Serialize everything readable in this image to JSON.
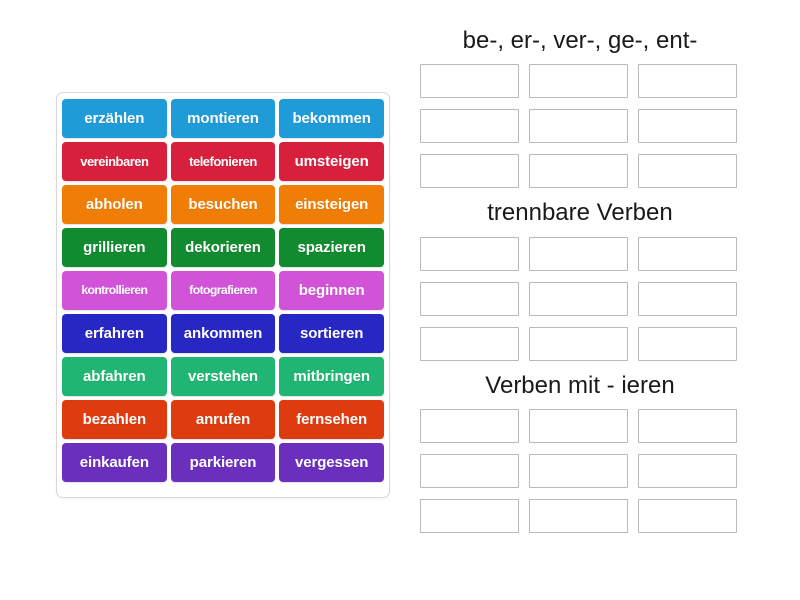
{
  "tile_panel": {
    "name": "word-tile-tray",
    "tiles": [
      {
        "label": "erzählen",
        "color": "#1f9bd8"
      },
      {
        "label": "montieren",
        "color": "#1f9bd8"
      },
      {
        "label": "bekommen",
        "color": "#1f9bd8"
      },
      {
        "label": "vereinbaren",
        "color": "#d81f3c"
      },
      {
        "label": "telefonieren",
        "color": "#d81f3c"
      },
      {
        "label": "umsteigen",
        "color": "#d81f3c"
      },
      {
        "label": "abholen",
        "color": "#ef7d06"
      },
      {
        "label": "besuchen",
        "color": "#ef7d06"
      },
      {
        "label": "einsteigen",
        "color": "#ef7d06"
      },
      {
        "label": "grillieren",
        "color": "#128a2f"
      },
      {
        "label": "dekorieren",
        "color": "#128a2f"
      },
      {
        "label": "spazieren",
        "color": "#128a2f"
      },
      {
        "label": "kontrollieren",
        "color": "#d154d8"
      },
      {
        "label": "fotografieren",
        "color": "#d154d8"
      },
      {
        "label": "beginnen",
        "color": "#d154d8"
      },
      {
        "label": "erfahren",
        "color": "#2727c4"
      },
      {
        "label": "ankommen",
        "color": "#2727c4"
      },
      {
        "label": "sortieren",
        "color": "#2727c4"
      },
      {
        "label": "abfahren",
        "color": "#21b573"
      },
      {
        "label": "verstehen",
        "color": "#21b573"
      },
      {
        "label": "mitbringen",
        "color": "#21b573"
      },
      {
        "label": "bezahlen",
        "color": "#de3c0f"
      },
      {
        "label": "anrufen",
        "color": "#de3c0f"
      },
      {
        "label": "fernsehen",
        "color": "#de3c0f"
      },
      {
        "label": "einkaufen",
        "color": "#6b2fbd"
      },
      {
        "label": "parkieren",
        "color": "#6b2fbd"
      },
      {
        "label": "vergessen",
        "color": "#6b2fbd"
      }
    ]
  },
  "categories": [
    {
      "title": "be-, er-, ver-, ge-, ent-",
      "slots": 9,
      "filled": []
    },
    {
      "title": "trennbare Verben",
      "slots": 9,
      "filled": []
    },
    {
      "title": "Verben mit - ieren",
      "slots": 9,
      "filled": []
    }
  ],
  "colors": {
    "panel_border": "#d8d8d8",
    "dropzone_border": "#b9b9b9",
    "title_text": "#1a1a1a",
    "background": "#ffffff"
  }
}
